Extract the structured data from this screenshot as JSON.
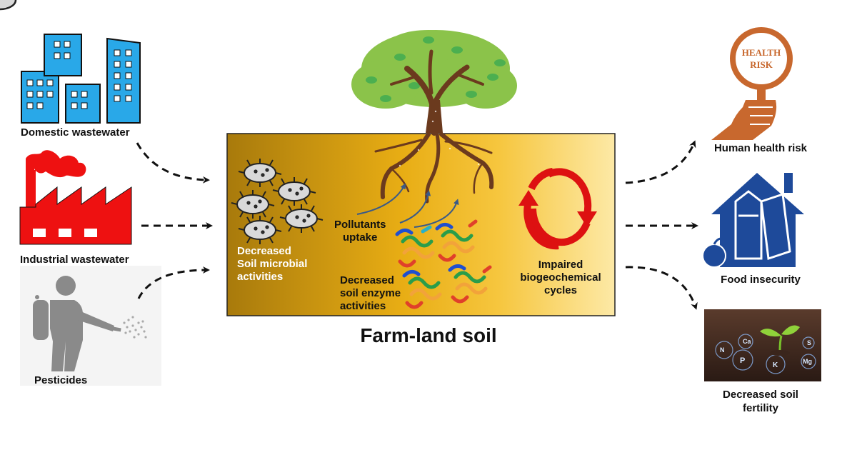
{
  "sources": {
    "domestic": "Domestic wastewater",
    "industrial": "Industrial wastewater",
    "pesticides": "Pesticides"
  },
  "soil": {
    "title": "Farm-land soil",
    "microbial": [
      "Decreased",
      "Soil microbial",
      "activities"
    ],
    "uptake": [
      "Pollutants",
      "uptake"
    ],
    "enzyme": [
      "Decreased",
      "soil enzyme",
      "activities"
    ],
    "cycles": [
      "Impaired",
      "biogeochemical",
      "cycles"
    ]
  },
  "effects": {
    "health_sign": [
      "HEALTH",
      "RISK"
    ],
    "health": "Human health risk",
    "food": "Food insecurity",
    "fertility": [
      "Decreased soil",
      "fertility"
    ],
    "nutrients": [
      "N",
      "Ca",
      "P",
      "K",
      "S",
      "Mg"
    ]
  },
  "colors": {
    "building": "#29a8e8",
    "factory": "#ee1111",
    "person": "#8a8a8a",
    "house": "#1e4a9a",
    "cycle": "#dd1111",
    "health": "#c8682e"
  },
  "icons": [
    "buildings-icon",
    "factory-icon",
    "sprayer-person-icon",
    "tree-icon",
    "microbe-icon",
    "protein-icon",
    "cycle-arrows-icon",
    "health-risk-sign-icon",
    "house-food-icon",
    "seedling-soil-icon"
  ]
}
